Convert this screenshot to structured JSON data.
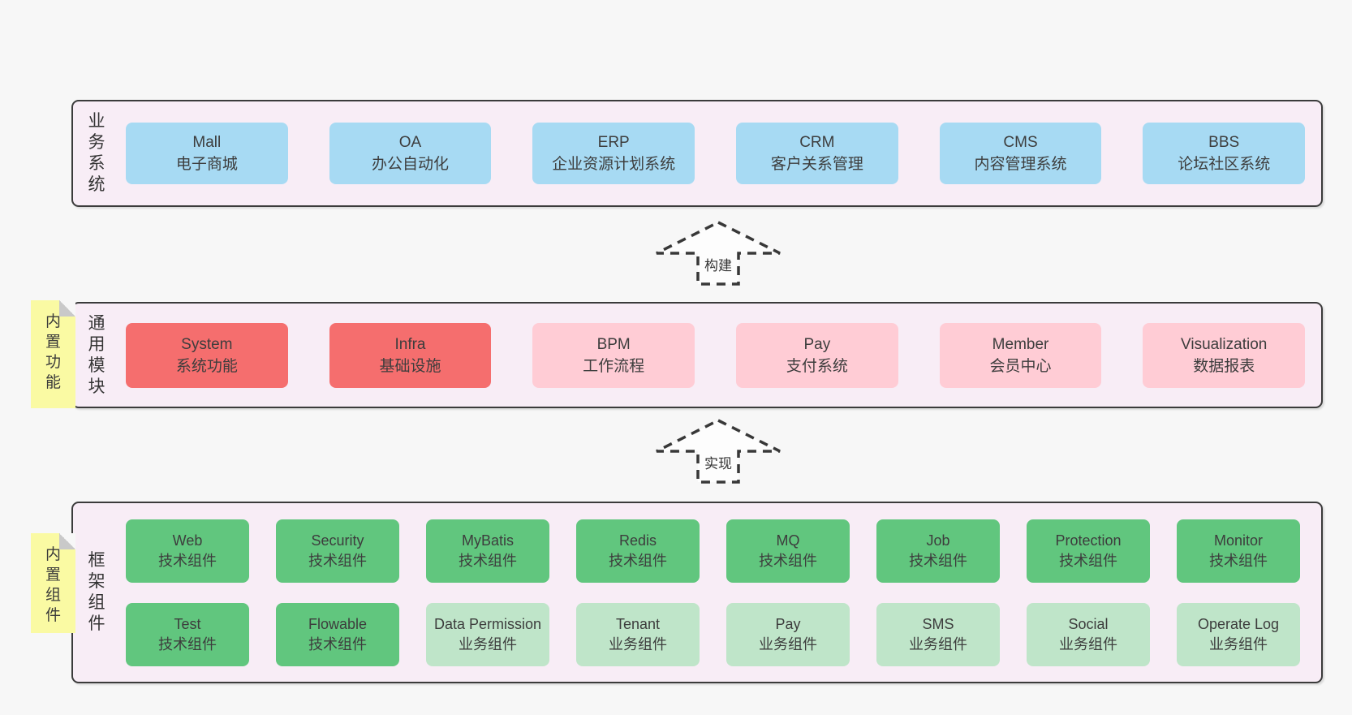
{
  "colors": {
    "page_bg": "#f7f7f7",
    "layer_bg": "#f8edf6",
    "layer_border": "#3b3b3b",
    "tab_bg": "#fafaa3",
    "tab_fold": "#c9c9c9",
    "text": "#3d3d3d",
    "arrow_stroke": "#383838",
    "box_variants": {
      "blue": "#a7daf3",
      "red": "#f56e6e",
      "pink": "#ffccd5",
      "green": "#61c67e",
      "green_light": "#bfe5c9"
    }
  },
  "arrows": [
    {
      "label": "构建"
    },
    {
      "label": "实现"
    }
  ],
  "layers": [
    {
      "label": "业务系统",
      "boxes": [
        {
          "title": "Mall",
          "subtitle": "电子商城",
          "color": "blue"
        },
        {
          "title": "OA",
          "subtitle": "办公自动化",
          "color": "blue"
        },
        {
          "title": "ERP",
          "subtitle": "企业资源计划系统",
          "color": "blue"
        },
        {
          "title": "CRM",
          "subtitle": "客户关系管理",
          "color": "blue"
        },
        {
          "title": "CMS",
          "subtitle": "内容管理系统",
          "color": "blue"
        },
        {
          "title": "BBS",
          "subtitle": "论坛社区系统",
          "color": "blue"
        }
      ]
    },
    {
      "label": "通用模块",
      "tab_label": "内置功能",
      "boxes": [
        {
          "title": "System",
          "subtitle": "系统功能",
          "color": "red"
        },
        {
          "title": "Infra",
          "subtitle": "基础设施",
          "color": "red"
        },
        {
          "title": "BPM",
          "subtitle": "工作流程",
          "color": "pink"
        },
        {
          "title": "Pay",
          "subtitle": "支付系统",
          "color": "pink"
        },
        {
          "title": "Member",
          "subtitle": "会员中心",
          "color": "pink"
        },
        {
          "title": "Visualization",
          "subtitle": "数据报表",
          "color": "pink"
        }
      ]
    },
    {
      "label": "框架组件",
      "tab_label": "内置组件",
      "rows": [
        {
          "boxes": [
            {
              "title": "Web",
              "subtitle": "技术组件",
              "color": "green"
            },
            {
              "title": "Security",
              "subtitle": "技术组件",
              "color": "green"
            },
            {
              "title": "MyBatis",
              "subtitle": "技术组件",
              "color": "green"
            },
            {
              "title": "Redis",
              "subtitle": "技术组件",
              "color": "green"
            },
            {
              "title": "MQ",
              "subtitle": "技术组件",
              "color": "green"
            },
            {
              "title": "Job",
              "subtitle": "技术组件",
              "color": "green"
            },
            {
              "title": "Protection",
              "subtitle": "技术组件",
              "color": "green"
            },
            {
              "title": "Monitor",
              "subtitle": "技术组件",
              "color": "green"
            }
          ]
        },
        {
          "boxes": [
            {
              "title": "Test",
              "subtitle": "技术组件",
              "color": "green"
            },
            {
              "title": "Flowable",
              "subtitle": "技术组件",
              "color": "green"
            },
            {
              "title": "Data Permission",
              "subtitle": "业务组件",
              "color": "green_light"
            },
            {
              "title": "Tenant",
              "subtitle": "业务组件",
              "color": "green_light"
            },
            {
              "title": "Pay",
              "subtitle": "业务组件",
              "color": "green_light"
            },
            {
              "title": "SMS",
              "subtitle": "业务组件",
              "color": "green_light"
            },
            {
              "title": "Social",
              "subtitle": "业务组件",
              "color": "green_light"
            },
            {
              "title": "Operate Log",
              "subtitle": "业务组件",
              "color": "green_light"
            }
          ]
        }
      ]
    }
  ]
}
